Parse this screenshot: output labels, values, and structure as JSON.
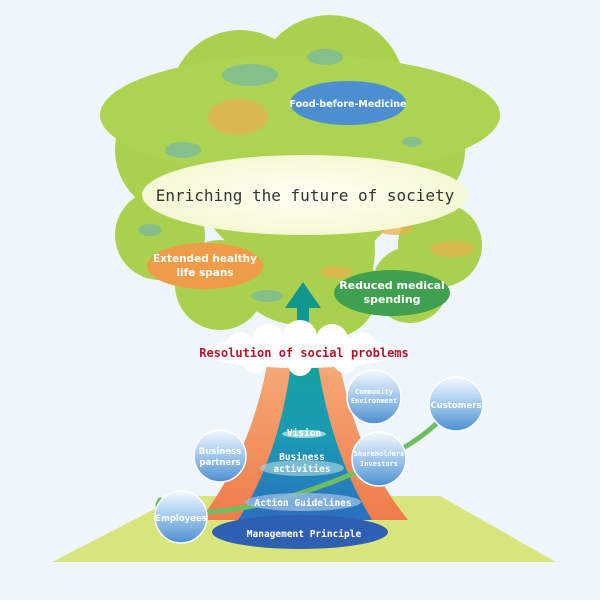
{
  "canopy": {
    "main_title": "Enriching the future of society",
    "food_label": "Food-before-Medicine",
    "healthy_label_line1": "Extended healthy",
    "healthy_label_line2": "life spans",
    "reduced_label_line1": "Reduced medical",
    "reduced_label_line2": "spending"
  },
  "cloud": {
    "label": "Resolution of social problems"
  },
  "trunk": {
    "vision": "Vision",
    "business_line1": "Business",
    "business_line2": "activities",
    "action": "Action Guidelines",
    "management": "Management Principle"
  },
  "stakeholders": {
    "community_line1": "Community",
    "community_line2": "Environment",
    "customers": "Customers",
    "business_partners_line1": "Business",
    "business_partners_line2": "partners",
    "shareholders_line1": "Shareholders",
    "shareholders_line2": "Investors",
    "employees": "Employees"
  },
  "colors": {
    "background": "#eef6fb",
    "canopy_green": "#a9d14d",
    "ground": "#d6e47a",
    "trunk_orange": "#f08c5a",
    "trunk_teal": "#1aa39b",
    "base_blue": "#2f66b5",
    "bubble_blue": "#5f9fd6",
    "bubble_orange": "#ed9f4a",
    "problems_red": "#b3142c"
  }
}
